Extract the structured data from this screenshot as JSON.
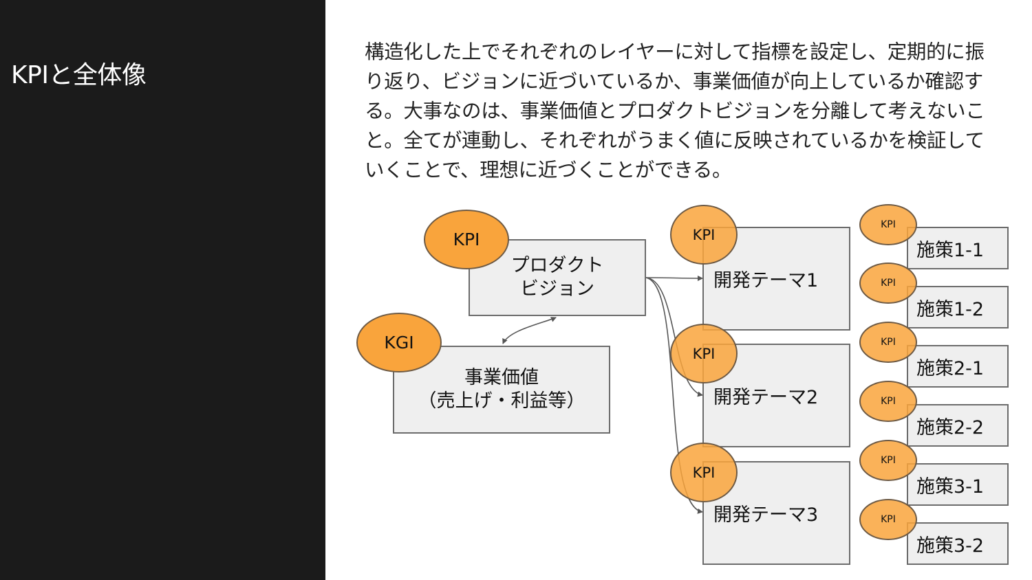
{
  "slide": {
    "title": "KPIと全体像",
    "body": "構造化した上でそれぞれのレイヤーに対して指標を設定し、定期的に振り返り、ビジョンに近づいているか、事業価値が向上しているか確認する。大事なのは、事業価値とプロダクトビジョンを分離して考えないこと。全てが連動し、それぞれがうまく値に反映されているかを検証していくことで、理想に近づくことができる。"
  },
  "diagram": {
    "vision": {
      "line1": "プロダクト",
      "line2": "ビジョン",
      "badge": "KPI"
    },
    "value": {
      "line1": "事業価値",
      "line2": "（売上げ・利益等）",
      "badge": "KGI"
    },
    "themes": [
      {
        "label": "開発テーマ1",
        "badge": "KPI"
      },
      {
        "label": "開発テーマ2",
        "badge": "KPI"
      },
      {
        "label": "開発テーマ3",
        "badge": "KPI"
      }
    ],
    "actions": [
      {
        "label": "施策1-1",
        "badge": "KPI"
      },
      {
        "label": "施策1-2",
        "badge": "KPI"
      },
      {
        "label": "施策2-1",
        "badge": "KPI"
      },
      {
        "label": "施策2-2",
        "badge": "KPI"
      },
      {
        "label": "施策3-1",
        "badge": "KPI"
      },
      {
        "label": "施策3-2",
        "badge": "KPI"
      }
    ]
  },
  "colors": {
    "left_panel": "#1b1b1b",
    "badge_fill": "#f9a43c",
    "box_fill": "#efefef",
    "box_border": "#6b6b6b"
  }
}
